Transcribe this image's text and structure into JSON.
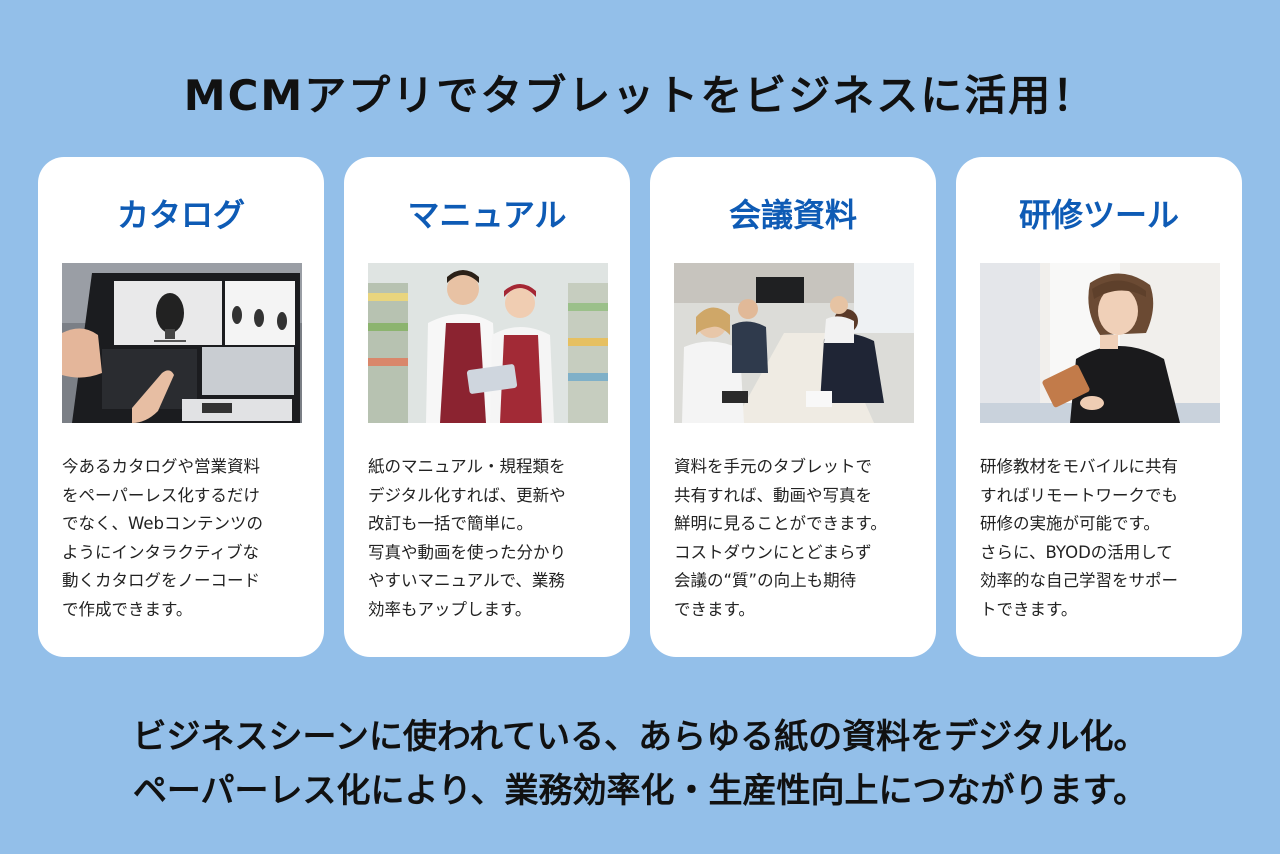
{
  "title": "MCMアプリでタブレットをビジネスに活用！",
  "cards": [
    {
      "title": "カタログ",
      "image": "tablet-catalog-photo",
      "text": "今あるカタログや営業資料\nをペーパーレス化するだけ\nでなく、Webコンテンツの\nようにインタラクティブな\n動くカタログをノーコード\nで作成できます。"
    },
    {
      "title": "マニュアル",
      "image": "store-staff-tablet-photo",
      "text": "紙のマニュアル・規程類を\nデジタル化すれば、更新や\n改訂も一括で簡単に。\n写真や動画を使った分かり\nやすいマニュアルで、業務\n効率もアップします。"
    },
    {
      "title": "会議資料",
      "image": "meeting-room-photo",
      "text": "資料を手元のタブレットで\n共有すれば、動画や写真を\n鮮明に見ることができます。\nコストダウンにとどまらず\n会議の“質”の向上も期待\nできます。"
    },
    {
      "title": "研修ツール",
      "image": "woman-studying-tablet-photo",
      "text": "研修教材をモバイルに共有\nすればリモートワークでも\n研修の実施が可能です。\nさらに、BYODの活用して\n効率的な自己学習をサポー\nトできます。"
    }
  ],
  "footer": {
    "line1": "ビジネスシーンに使われている、あらゆる紙の資料をデジタル化。",
    "line2": "ペーパーレス化により、業務効率化・生産性向上につながります。"
  },
  "colors": {
    "background": "#93bfe9",
    "card": "#ffffff",
    "card_title": "#0e5bb5",
    "text": "#111111"
  }
}
